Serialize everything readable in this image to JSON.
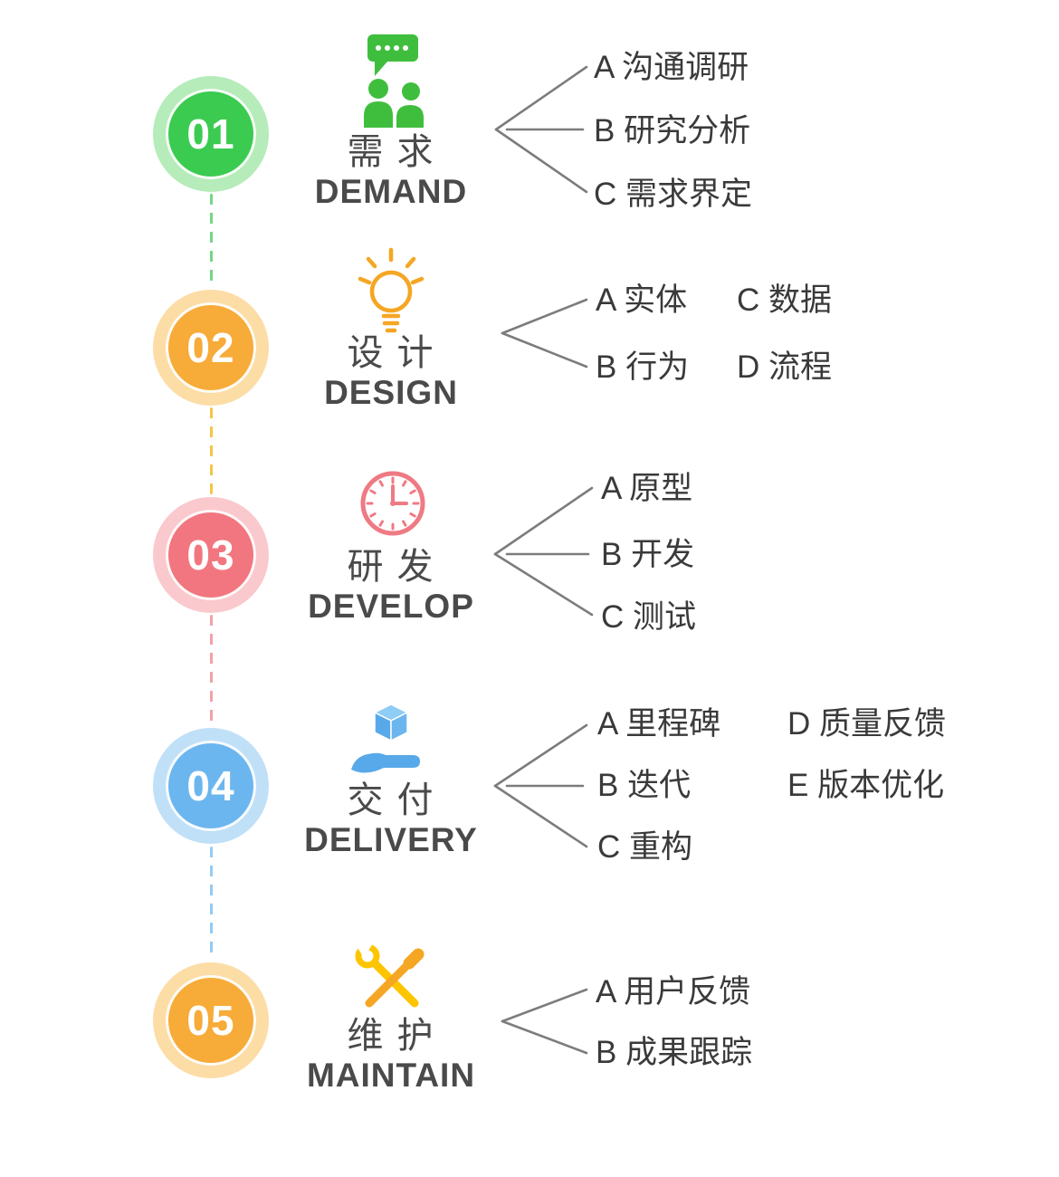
{
  "line_color": "#7c7c7c",
  "text_color": "#3a3a3a",
  "stages": [
    {
      "number": "01",
      "title_cn": "需 求",
      "title_en": "DEMAND",
      "icon": "chat-people-icon",
      "color": "#3bcb50",
      "halo_color": "#b5ecba",
      "connector_color": "#74d685",
      "items": [
        [
          "A 沟通调研"
        ],
        [
          "B 研究分析"
        ],
        [
          "C 需求界定"
        ]
      ]
    },
    {
      "number": "02",
      "title_cn": "设 计",
      "title_en": "DESIGN",
      "icon": "lightbulb-icon",
      "color": "#f7ab38",
      "halo_color": "#fcdda6",
      "connector_color": "#f5c449",
      "items": [
        [
          "A 实体",
          "C 数据"
        ],
        [
          "B 行为",
          "D 流程"
        ]
      ]
    },
    {
      "number": "03",
      "title_cn": "研 发",
      "title_en": "DEVELOP",
      "icon": "clock-icon",
      "color": "#f1767f",
      "halo_color": "#fac9cd",
      "connector_color": "#f5a0a8",
      "items": [
        [
          "A 原型"
        ],
        [
          "B 开发"
        ],
        [
          "C 测试"
        ]
      ]
    },
    {
      "number": "04",
      "title_cn": "交 付",
      "title_en": "DELIVERY",
      "icon": "hand-box-icon",
      "color": "#6cb6ef",
      "halo_color": "#c0e0f8",
      "connector_color": "#92ccf4",
      "items": [
        [
          "A 里程碑",
          "D 质量反馈"
        ],
        [
          "B 迭代",
          "E 版本优化"
        ],
        [
          "C 重构"
        ]
      ]
    },
    {
      "number": "05",
      "title_cn": "维 护",
      "title_en": "MAINTAIN",
      "icon": "tools-icon",
      "color": "#f7ab38",
      "halo_color": "#fcdda6",
      "connector_color": "",
      "items": [
        [
          "A 用户反馈"
        ],
        [
          "B 成果跟踪"
        ]
      ]
    }
  ]
}
